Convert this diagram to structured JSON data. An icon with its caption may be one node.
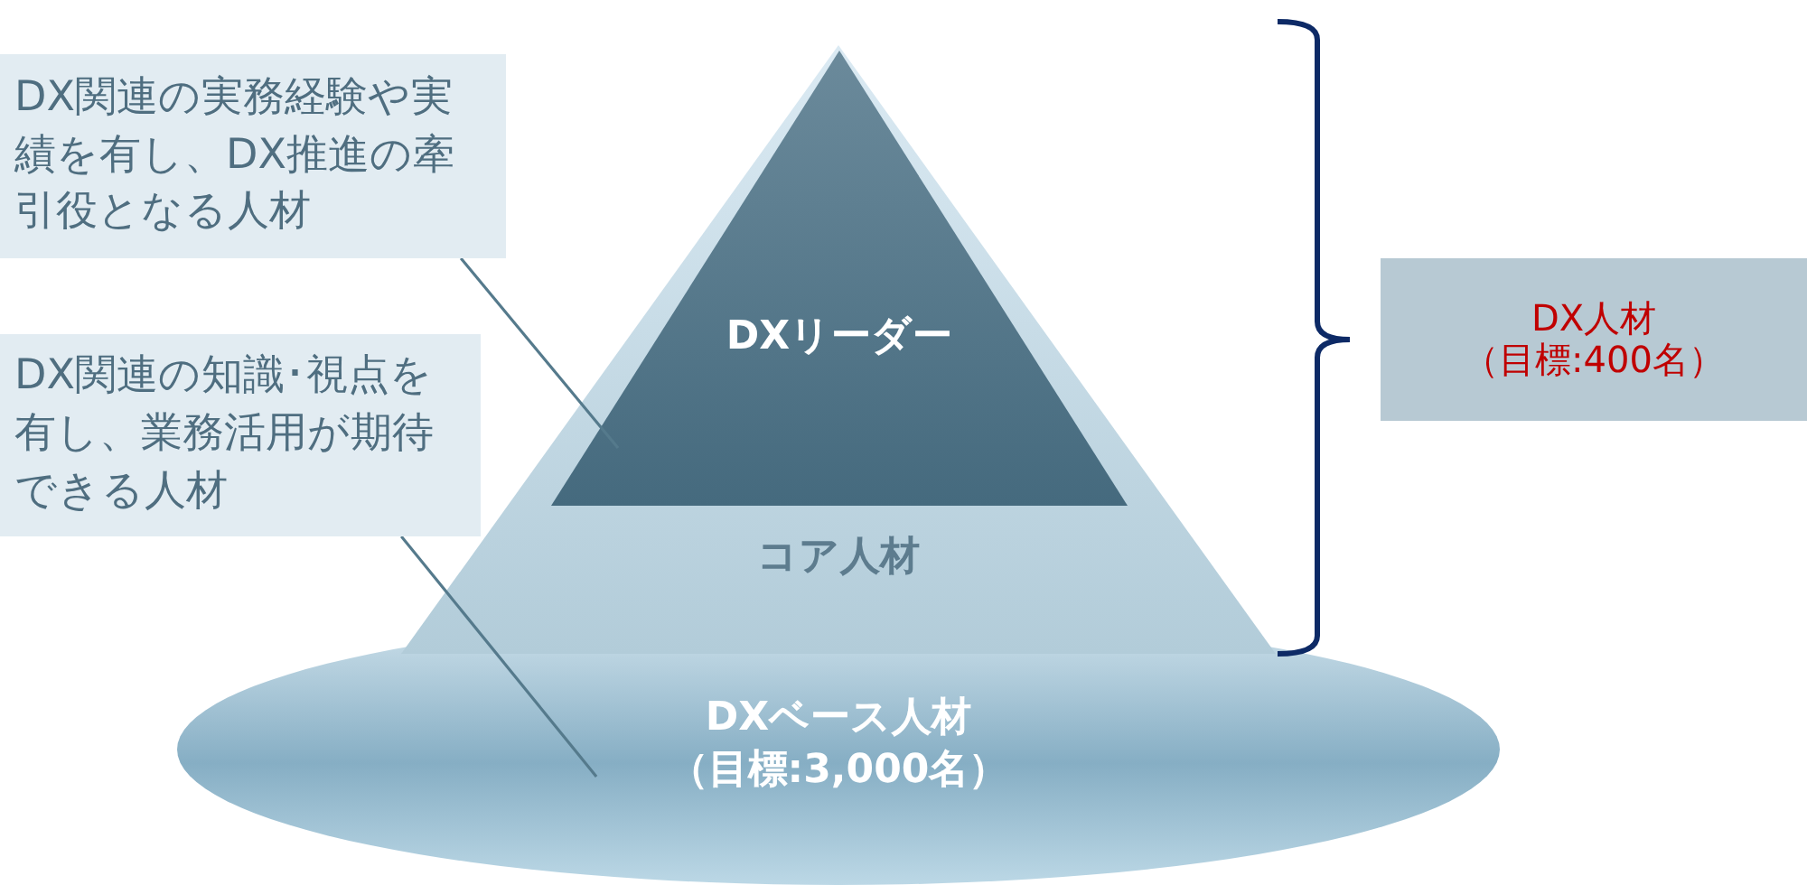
{
  "diagram": {
    "nodes": [
      {
        "text": [
          "DXベース人材",
          "（目標:3,000名）"
        ]
      },
      {
        "text": [
          "コア人材"
        ]
      },
      {
        "text": [
          "DXリーダー"
        ],
        "in": 1
      },
      {
        "text": [
          "DX関連の実務経験や実績を有し、DX推進の牽引役となる人材"
        ]
      },
      {
        "text": [
          "DX関連の知識･視点を有し、業務活用が期待できる人材"
        ]
      },
      {
        "text": [
          "DX人材",
          "（目標:400名）"
        ]
      }
    ],
    "edges": [
      {
        "from": 3,
        "to": 2,
        "arrow": "none"
      },
      {
        "from": 4,
        "to": 0,
        "arrow": "none"
      }
    ]
  }
}
